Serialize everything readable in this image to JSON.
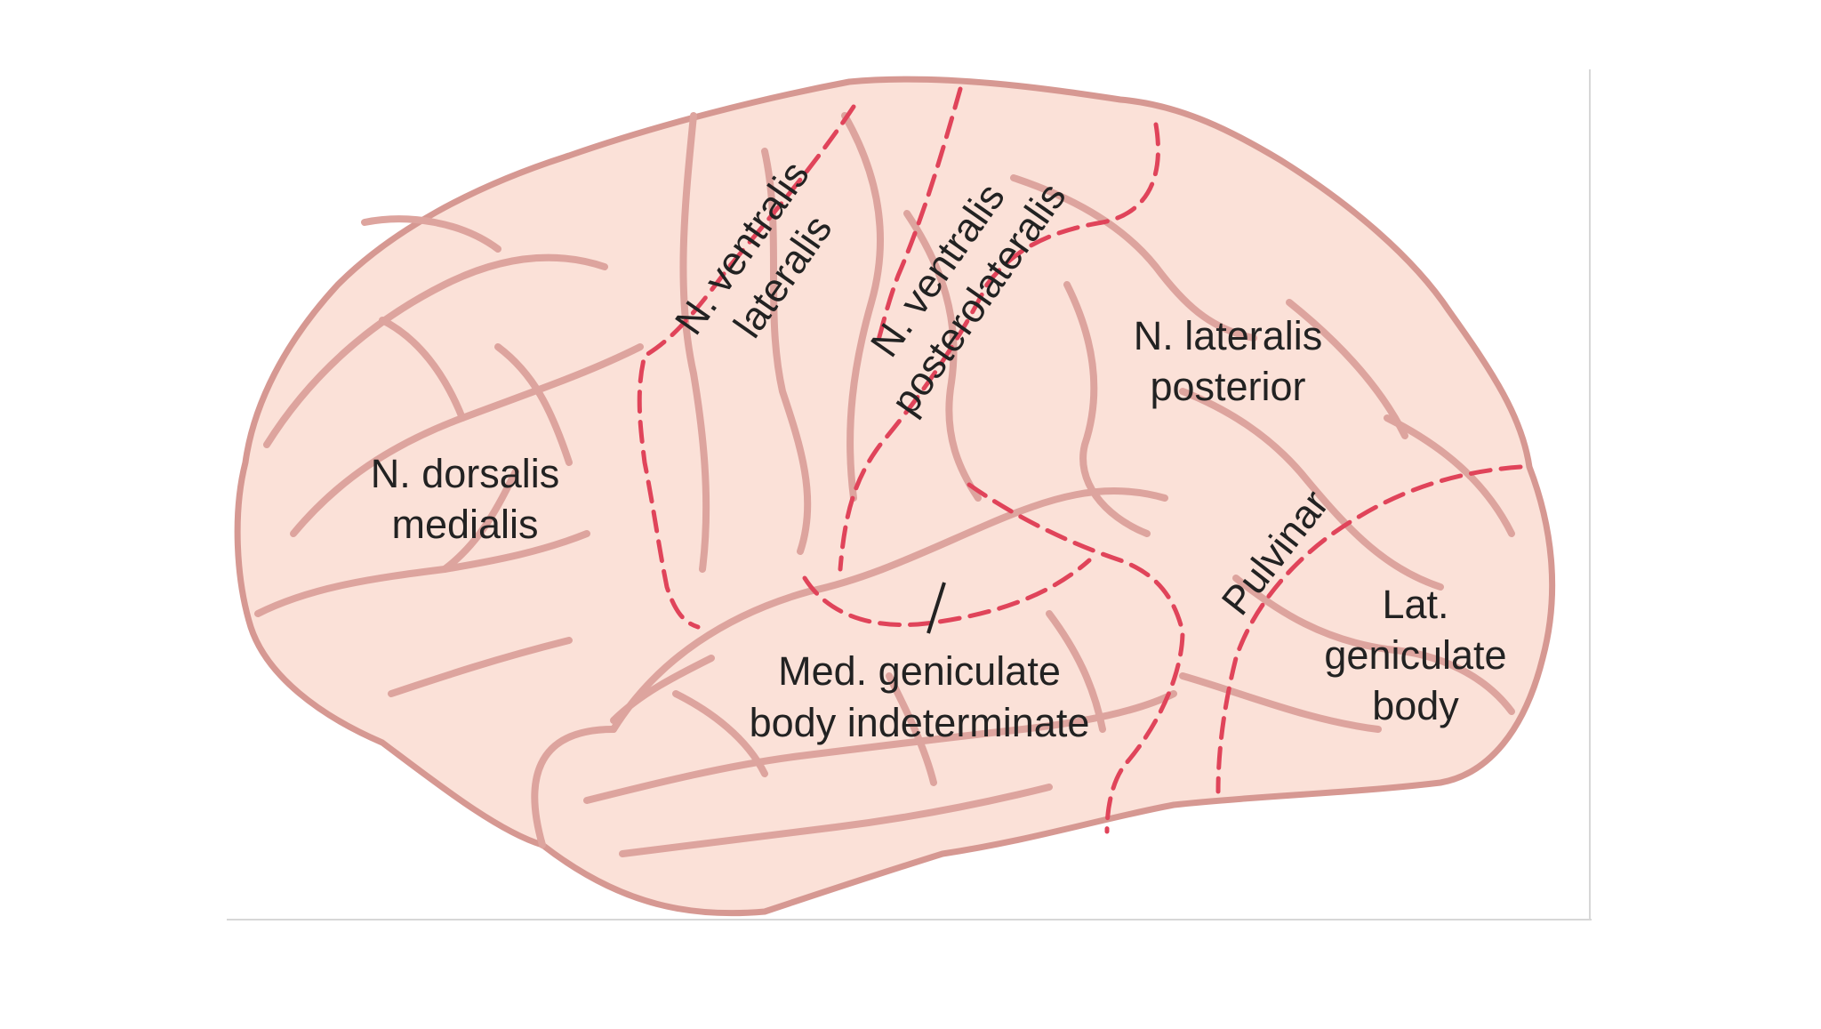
{
  "colors": {
    "brain_fill": "#fbe1d8",
    "brain_outline": "#d69892",
    "gyrus_line": "#dda49e",
    "region_boundary": "#e0445a",
    "label_text": "#222222",
    "frame_line": "#cfcfcf"
  },
  "labels": {
    "dorsalis_medialis": [
      "N. dorsalis",
      "medialis"
    ],
    "ventralis_lateralis": [
      "N. ventralis",
      "lateralis"
    ],
    "ventralis_posterolateralis": [
      "N. ventralis",
      "posterolateralis"
    ],
    "lateralis_posterior": [
      "N. lateralis",
      "posterior"
    ],
    "pulvinar": "Pulvinar",
    "lat_geniculate": [
      "Lat.",
      "geniculate",
      "body"
    ],
    "med_geniculate": [
      "Med. geniculate",
      "body indeterminate"
    ]
  }
}
